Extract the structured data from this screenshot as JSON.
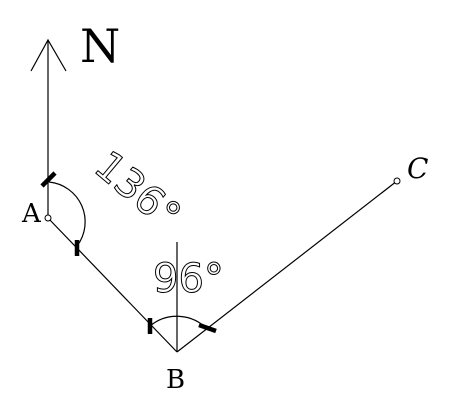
{
  "north_label": "N",
  "points": {
    "a": {
      "label": "A"
    },
    "b": {
      "label": "B"
    },
    "c": {
      "label": "C"
    }
  },
  "angles": {
    "at_a": {
      "text": "136°"
    },
    "at_b": {
      "text": "96°"
    }
  }
}
